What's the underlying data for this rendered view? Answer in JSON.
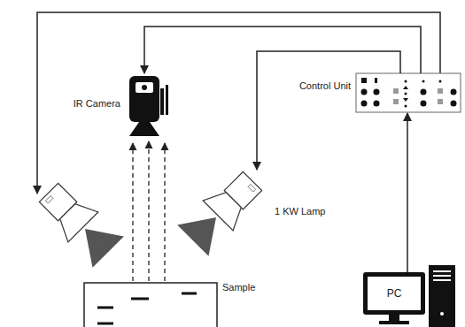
{
  "diagram": {
    "nodes": [
      {
        "text": [
          "IR Camera"
        ]
      },
      {
        "text": [
          "Control Unit"
        ]
      },
      {
        "text": [
          "1 KW Lamp"
        ]
      },
      {
        "text": [
          "Sample"
        ]
      },
      {
        "text": [
          "PC"
        ]
      }
    ],
    "edges": [
      {
        "from": 1,
        "to": 0,
        "arrow": "to"
      },
      {
        "from": 1,
        "to": 2,
        "arrow": "to"
      },
      {
        "from": 4,
        "to": 1,
        "arrow": "to"
      },
      {
        "from": 3,
        "to": 0,
        "arrow": "to"
      }
    ]
  }
}
